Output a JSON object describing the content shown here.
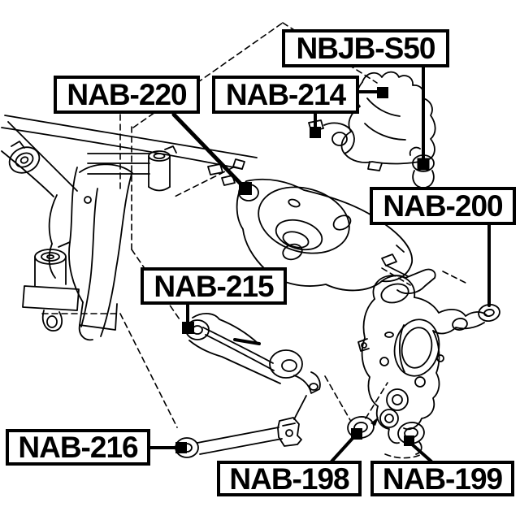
{
  "diagram": {
    "background_color": "#ffffff",
    "line_color": "#000000",
    "labels": [
      {
        "code": "NBJB-S50"
      },
      {
        "code": "NAB-220"
      },
      {
        "code": "NAB-214"
      },
      {
        "code": "NAB-200"
      },
      {
        "code": "NAB-215"
      },
      {
        "code": "NAB-216"
      },
      {
        "code": "NAB-198"
      },
      {
        "code": "NAB-199"
      }
    ]
  }
}
